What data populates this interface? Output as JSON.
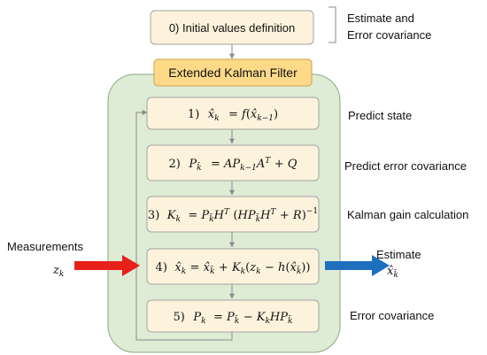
{
  "header_title": "Extended Kalman Filter",
  "init_box": "0) Initial values definition",
  "init_note": [
    "Estimate and",
    "Error covariance"
  ],
  "steps": [
    {
      "label": "1)",
      "formula": "x̂k = f(x̂k−1)",
      "side": "Predict state"
    },
    {
      "label": "2)",
      "formula": "Pk̄ = APk−1Aᵀ + Q",
      "side": "Predict error covariance"
    },
    {
      "label": "3)",
      "formula": "Kk = Pk̄Hᵀ(HPk̄Hᵀ + R)⁻¹",
      "side": "Kalman gain calculation"
    },
    {
      "label": "4)",
      "formula": "x̂k = x̂k̄ + Kk(zk − h(x̂k̄))",
      "side": ""
    },
    {
      "label": "5)",
      "formula": "Pk = Pk̄ − KkHPk̄",
      "side": "Error covariance"
    }
  ],
  "input": {
    "title": "Measurements",
    "symbol": "zk"
  },
  "output": {
    "title": "Estimate",
    "symbol": "x̂k̄"
  },
  "colors": {
    "panel_fill": "#dfecd5",
    "panel_stroke": "#8aa87c",
    "header_fill": "#fdd988",
    "header_stroke": "#c9a24d",
    "box_fill": "#fdf3dc",
    "box_stroke": "#a3a3a3",
    "input_arrow": "#e8201a",
    "output_arrow": "#1f6fbf",
    "line": "#9a9a9a"
  }
}
